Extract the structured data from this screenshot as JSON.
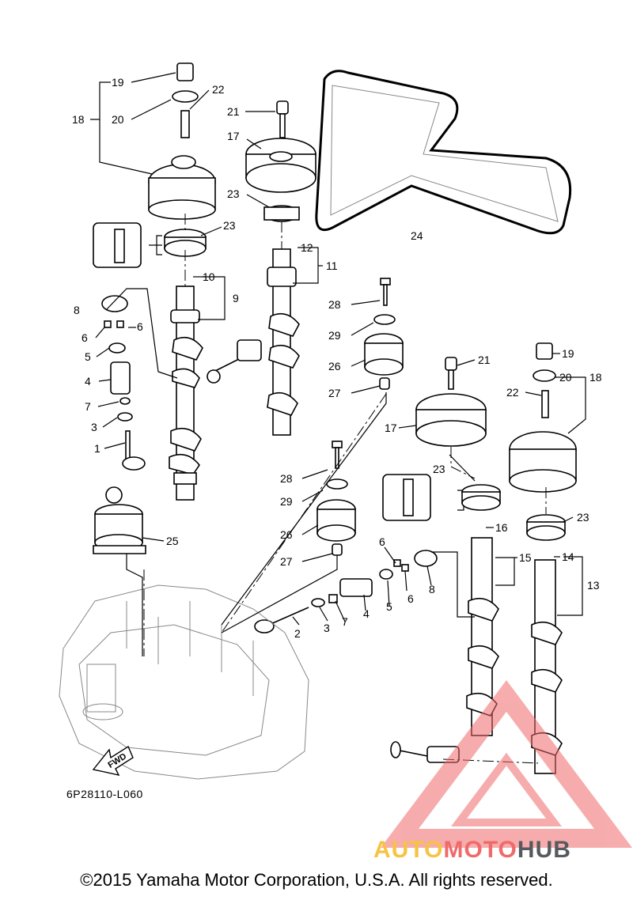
{
  "diagram": {
    "callouts": [
      "1",
      "2",
      "3",
      "4",
      "5",
      "6",
      "7",
      "8",
      "9",
      "10",
      "11",
      "12",
      "13",
      "14",
      "15",
      "16",
      "17",
      "18",
      "19",
      "20",
      "21",
      "22",
      "23",
      "24",
      "25",
      "26",
      "27",
      "28",
      "29"
    ],
    "diagram_code": "6P28110-L060",
    "fwd_label": "FWD",
    "copyright": "©2015 Yamaha Motor Corporation, U.S.A. All rights reserved."
  },
  "watermark": {
    "part1": "AUTO",
    "part2": "MOTO",
    "part3": "HUB",
    "colors": {
      "part1": "#f6c343",
      "part2": "#f06a6a",
      "part3": "#555a5e",
      "triangle": "#f06a6a"
    }
  }
}
